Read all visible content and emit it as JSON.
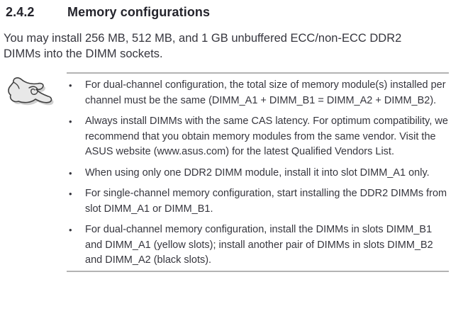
{
  "page": {
    "heading": {
      "number": "2.4.2",
      "title": "Memory configurations"
    },
    "intro": "You may install 256 MB, 512 MB, and 1 GB unbuffered ECC/non-ECC DDR2 DIMMs into the DIMM sockets.",
    "note": {
      "icon": "pointing-hand-icon",
      "bullet_glyph": "•",
      "bullets": [
        "For dual-channel configuration, the total size of memory module(s) installed per channel must be the same (DIMM_A1 + DIMM_B1 = DIMM_A2 + DIMM_B2).",
        "Always install DIMMs with the same CAS latency. For optimum compatibility, we recommend that you obtain memory modules from the same vendor. Visit the ASUS website (www.asus.com) for the latest Qualified Vendors List.",
        "When using only one DDR2 DIMM module, install it into slot DIMM_A1 only.",
        "For single-channel memory configuration, start installing the DDR2 DIMMs from slot DIMM_A1 or DIMM_B1.",
        "For dual-channel memory configuration, install the DIMMs in slots DIMM_B1 and DIMM_A1 (yellow slots); install another pair of DIMMs in slots DIMM_B2 and DIMM_A2 (black slots)."
      ]
    },
    "colors": {
      "heading_text": "#24242c",
      "body_text": "#36363e",
      "rule": "#b3b3b3",
      "icon_fill": "#e8e8e8",
      "icon_outline": "#404040",
      "icon_shadow": "#cfcfcf"
    }
  }
}
